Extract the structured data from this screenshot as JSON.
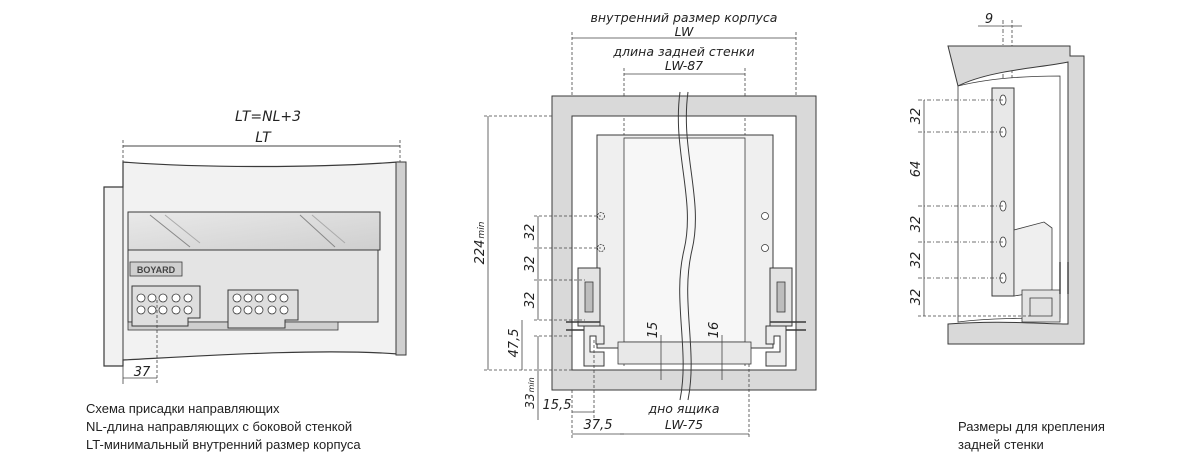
{
  "left_view": {
    "dim_formula": "LT=NL+3",
    "dim_lt": "LT",
    "dim_offset": "37",
    "brand": "BOYARD",
    "caption": [
      "Схема присадки направляющих",
      "NL-длина направляющих с боковой стенкой",
      "LT-минимальный внутренний размер корпуса"
    ]
  },
  "front_view": {
    "inner_size_label": "внутренний размер корпуса",
    "inner_size_value": "LW",
    "back_wall_label": "длина задней стенки",
    "back_wall_value": "LW-87",
    "height_min": "224",
    "height_min_suffix": "min",
    "hole_spacing_1": "32",
    "hole_spacing_2": "32",
    "hole_spacing_3": "32",
    "dim_47_5": "47,5",
    "dim_33": "33",
    "dim_33_suffix": "min",
    "dim_15": "15",
    "dim_16": "16",
    "dim_15_5": "15,5",
    "dim_37_5": "37,5",
    "bottom_label": "дно ящика",
    "bottom_value": "LW-75"
  },
  "side_view": {
    "dim_top": "9",
    "dims": [
      "32",
      "64",
      "32",
      "32",
      "32"
    ],
    "caption": [
      "Размеры для крепления",
      "задней стенки"
    ]
  },
  "colors": {
    "line": "#3a3a3a",
    "panel_fill": "#d9d9d9",
    "dim_line": "#555555"
  }
}
